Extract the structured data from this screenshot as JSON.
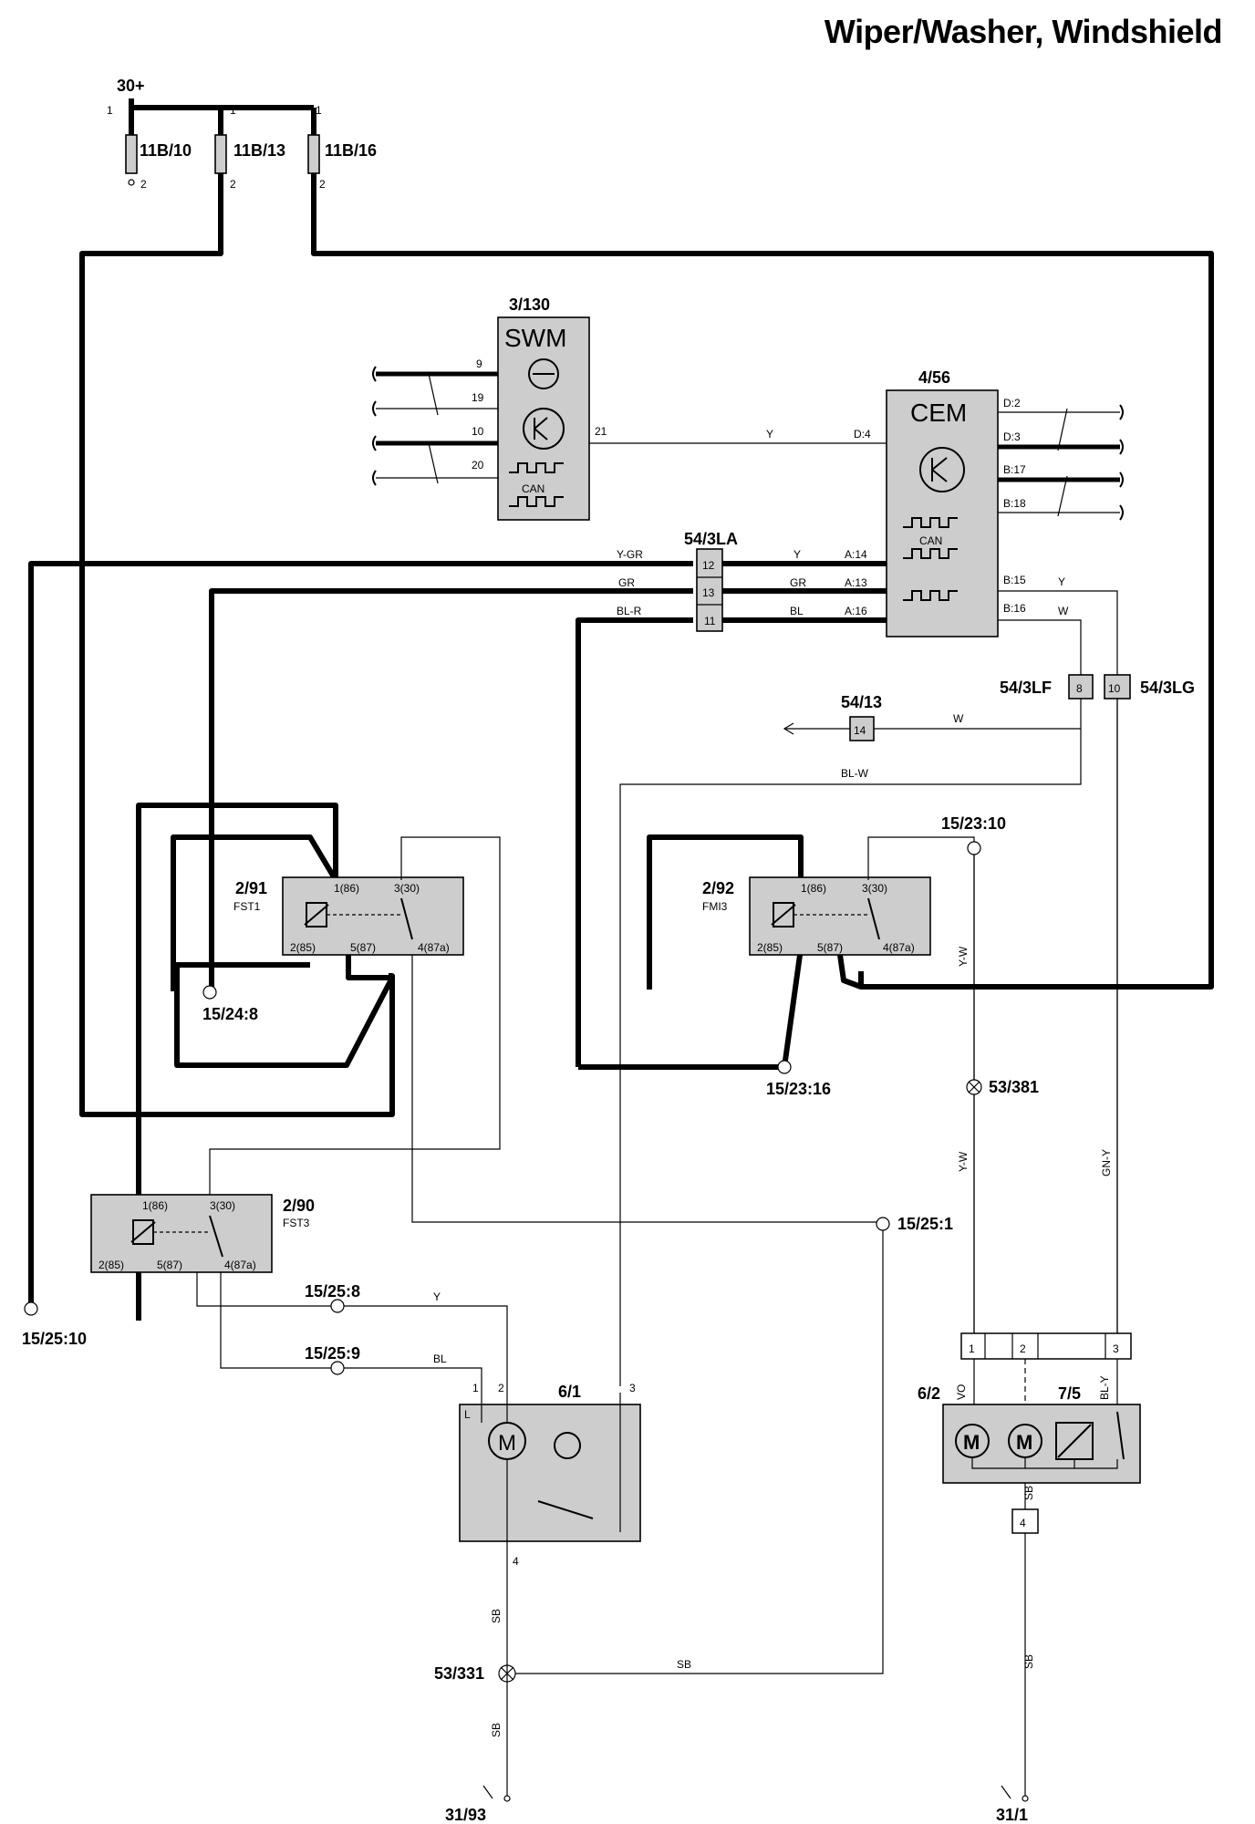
{
  "title": "Wiper/Washer, Windshield",
  "supply": {
    "label": "30+"
  },
  "fuses": [
    {
      "id": "11B/10",
      "pin_top": "1",
      "pin_bottom": "2"
    },
    {
      "id": "11B/13",
      "pin_top": "1",
      "pin_bottom": "2"
    },
    {
      "id": "11B/16",
      "pin_top": "1",
      "pin_bottom": "2"
    }
  ],
  "swm": {
    "ref": "3/130",
    "name": "SWM",
    "pins": [
      "9",
      "19",
      "10",
      "20"
    ],
    "out_pin": "21",
    "can": "CAN"
  },
  "cem": {
    "ref": "4/56",
    "name": "CEM",
    "can": "CAN",
    "right_pins": [
      "D:2",
      "D:3",
      "B:17",
      "B:18",
      "B:15",
      "B:16"
    ],
    "left_pins": [
      "D:4",
      "A:14",
      "A:13",
      "A:16"
    ]
  },
  "connectors": {
    "c54_3LA": {
      "ref": "54/3LA",
      "pins": [
        "12",
        "13",
        "11"
      ]
    },
    "c54_3LF": {
      "ref": "54/3LF",
      "pin": "8"
    },
    "c54_3LG": {
      "ref": "54/3LG",
      "pin": "10"
    },
    "c54_13": {
      "ref": "54/13",
      "pin": "14"
    },
    "motor_conn": {
      "pins": [
        "1",
        "2",
        "3"
      ],
      "pin4": "4"
    }
  },
  "wires": {
    "y": "Y",
    "ygr": "Y-GR",
    "gr": "GR",
    "blr": "BL-R",
    "bl": "BL",
    "w": "W",
    "blw": "BL-W",
    "yw": "Y-W",
    "gny": "GN-Y",
    "vo": "VO",
    "bly": "BL-Y",
    "sb": "SB"
  },
  "relays": {
    "r291": {
      "ref": "2/91",
      "name": "FST1",
      "pins": [
        "1(86)",
        "3(30)",
        "2(85)",
        "5(87)",
        "4(87a)"
      ]
    },
    "r292": {
      "ref": "2/92",
      "name": "FMI3",
      "pins": [
        "1(86)",
        "3(30)",
        "2(85)",
        "5(87)",
        "4(87a)"
      ]
    },
    "r290": {
      "ref": "2/90",
      "name": "FST3",
      "pins": [
        "1(86)",
        "3(30)",
        "2(85)",
        "5(87)",
        "4(87a)"
      ]
    }
  },
  "nodes": {
    "n15_24_8": "15/24:8",
    "n15_23_10": "15/23:10",
    "n15_23_16": "15/23:16",
    "n53_381": "53/381",
    "n15_25_1": "15/25:1",
    "n15_25_8": "15/25:8",
    "n15_25_9": "15/25:9",
    "n15_25_10": "15/25:10",
    "n53_331": "53/331"
  },
  "motor": {
    "ref": "6/1",
    "symbol": "M",
    "pin_l": "L",
    "pins": [
      "1",
      "2",
      "3",
      "4"
    ]
  },
  "pump": {
    "ref": "6/2",
    "ref2": "7/5",
    "symbol": "M"
  },
  "grounds": {
    "g1": "31/93",
    "g2": "31/1"
  }
}
